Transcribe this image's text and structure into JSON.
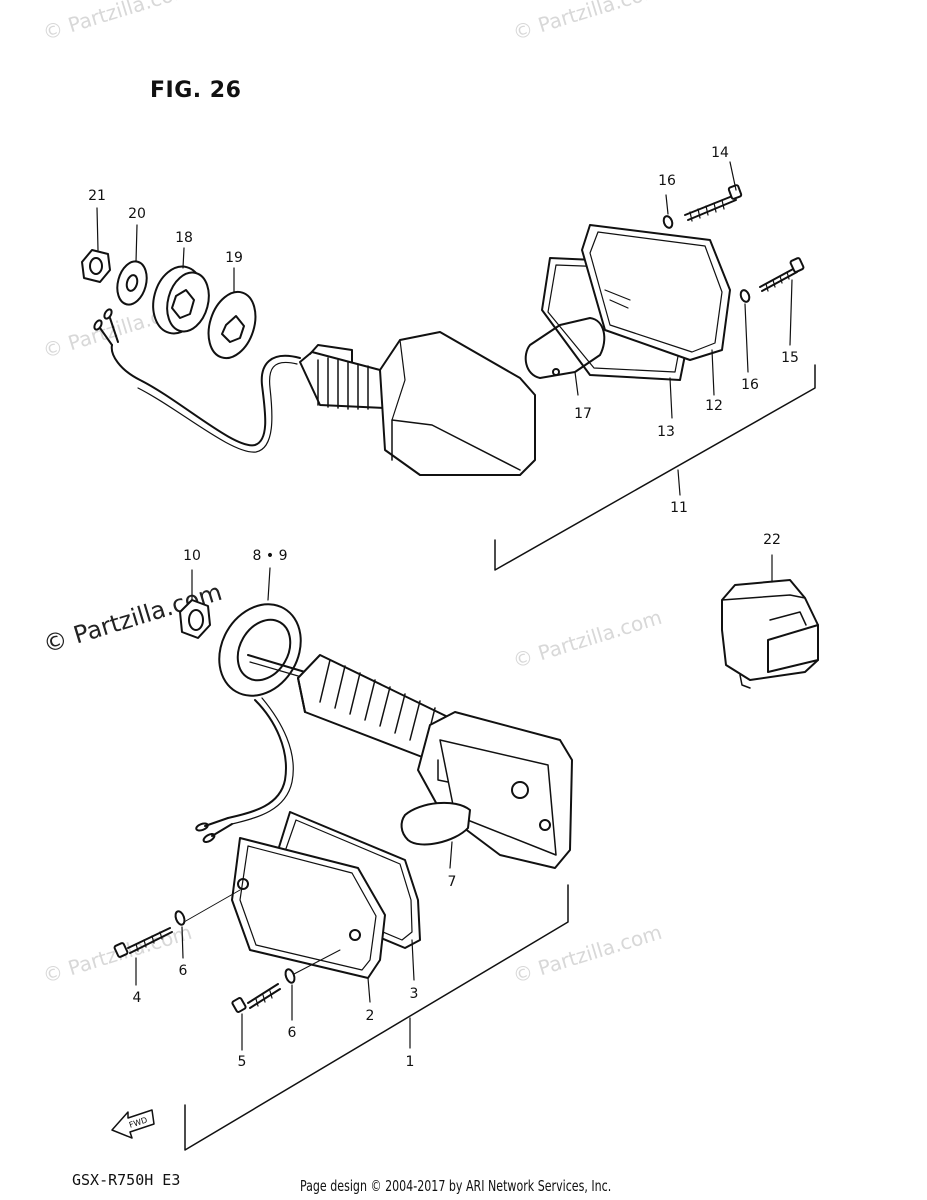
{
  "figure_title": "FIG. 26",
  "model_code": "GSX-R750H  E3",
  "copyright": "Page design © 2004-2017 by ARI Network Services, Inc.",
  "watermark": "© Partzilla.com",
  "watermark_strong": "© Partzilla.com",
  "fwd_label": "FWD",
  "callouts": {
    "c1": "1",
    "c2": "2",
    "c3": "3",
    "c4": "4",
    "c5": "5",
    "c6a": "6",
    "c6b": "6",
    "c7": "7",
    "c89": "8 • 9",
    "c10": "10",
    "c11": "11",
    "c12": "12",
    "c13": "13",
    "c14": "14",
    "c15": "15",
    "c16a": "16",
    "c16b": "16",
    "c17": "17",
    "c18": "18",
    "c19": "19",
    "c20": "20",
    "c21": "21",
    "c22": "22"
  }
}
